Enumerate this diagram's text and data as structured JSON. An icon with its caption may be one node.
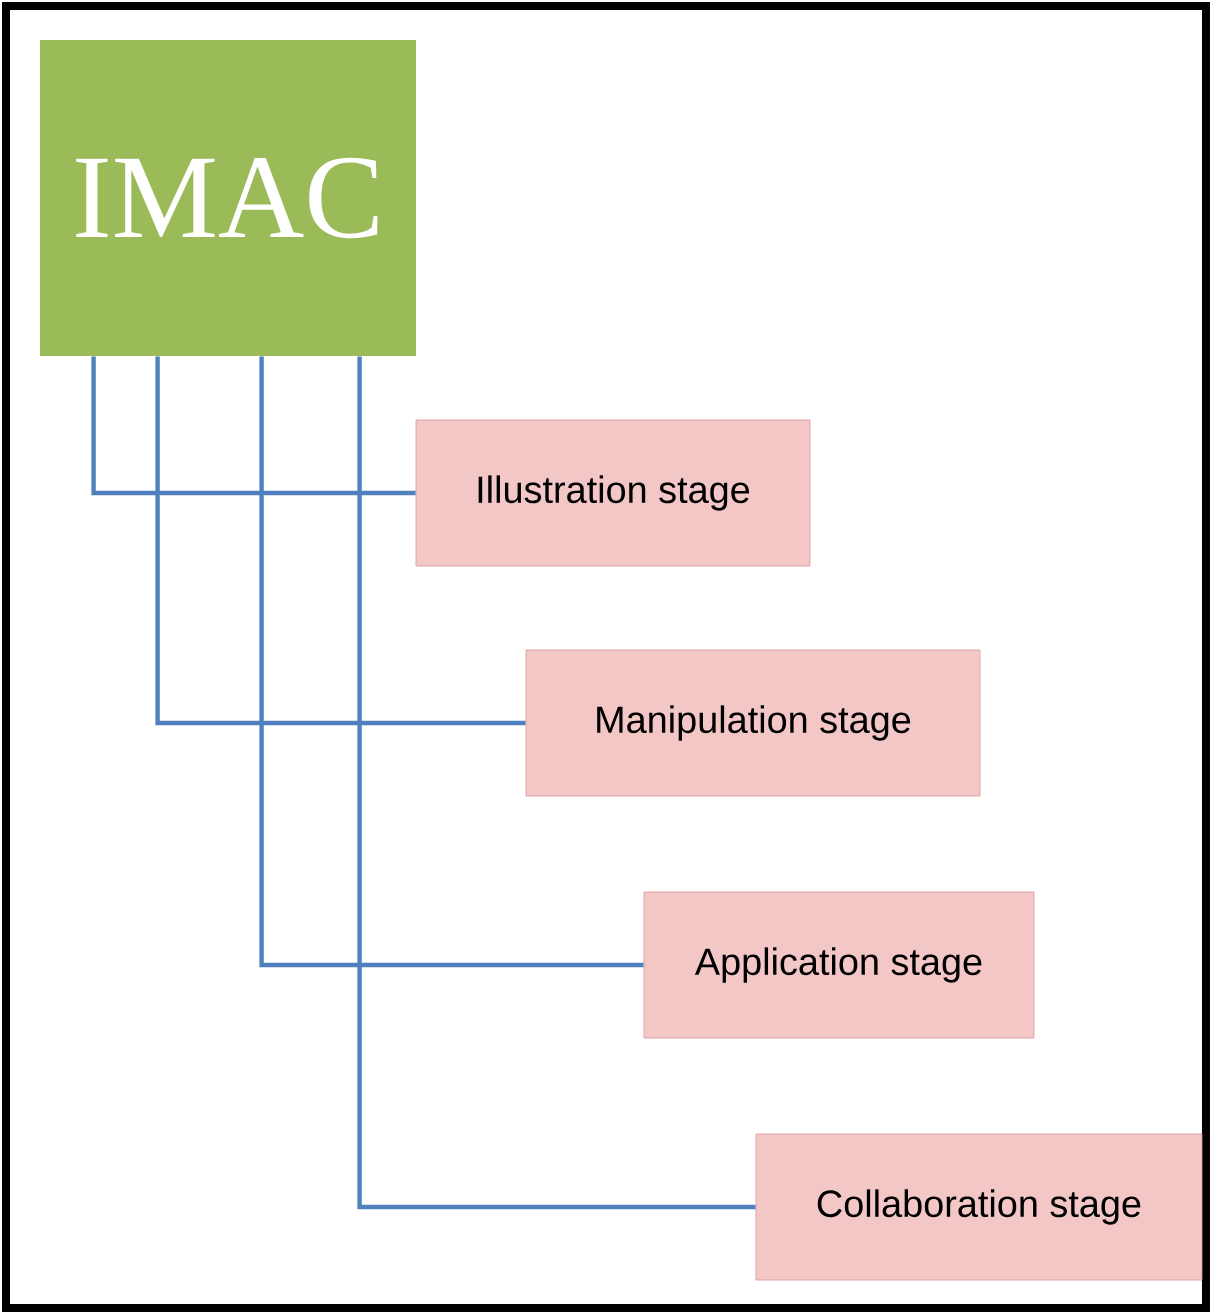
{
  "diagram": {
    "nodes": [
      {
        "text": [
          "IMAC"
        ]
      },
      {
        "text": [
          "Illustration stage"
        ]
      },
      {
        "text": [
          "Manipulation stage"
        ]
      },
      {
        "text": [
          "Application stage"
        ]
      },
      {
        "text": [
          "Collaboration stage"
        ]
      }
    ],
    "edges": [
      {
        "from": 0,
        "to": 1,
        "arrow": "none"
      },
      {
        "from": 0,
        "to": 2,
        "arrow": "none"
      },
      {
        "from": 0,
        "to": 3,
        "arrow": "none"
      },
      {
        "from": 0,
        "to": 4,
        "arrow": "none"
      }
    ]
  }
}
